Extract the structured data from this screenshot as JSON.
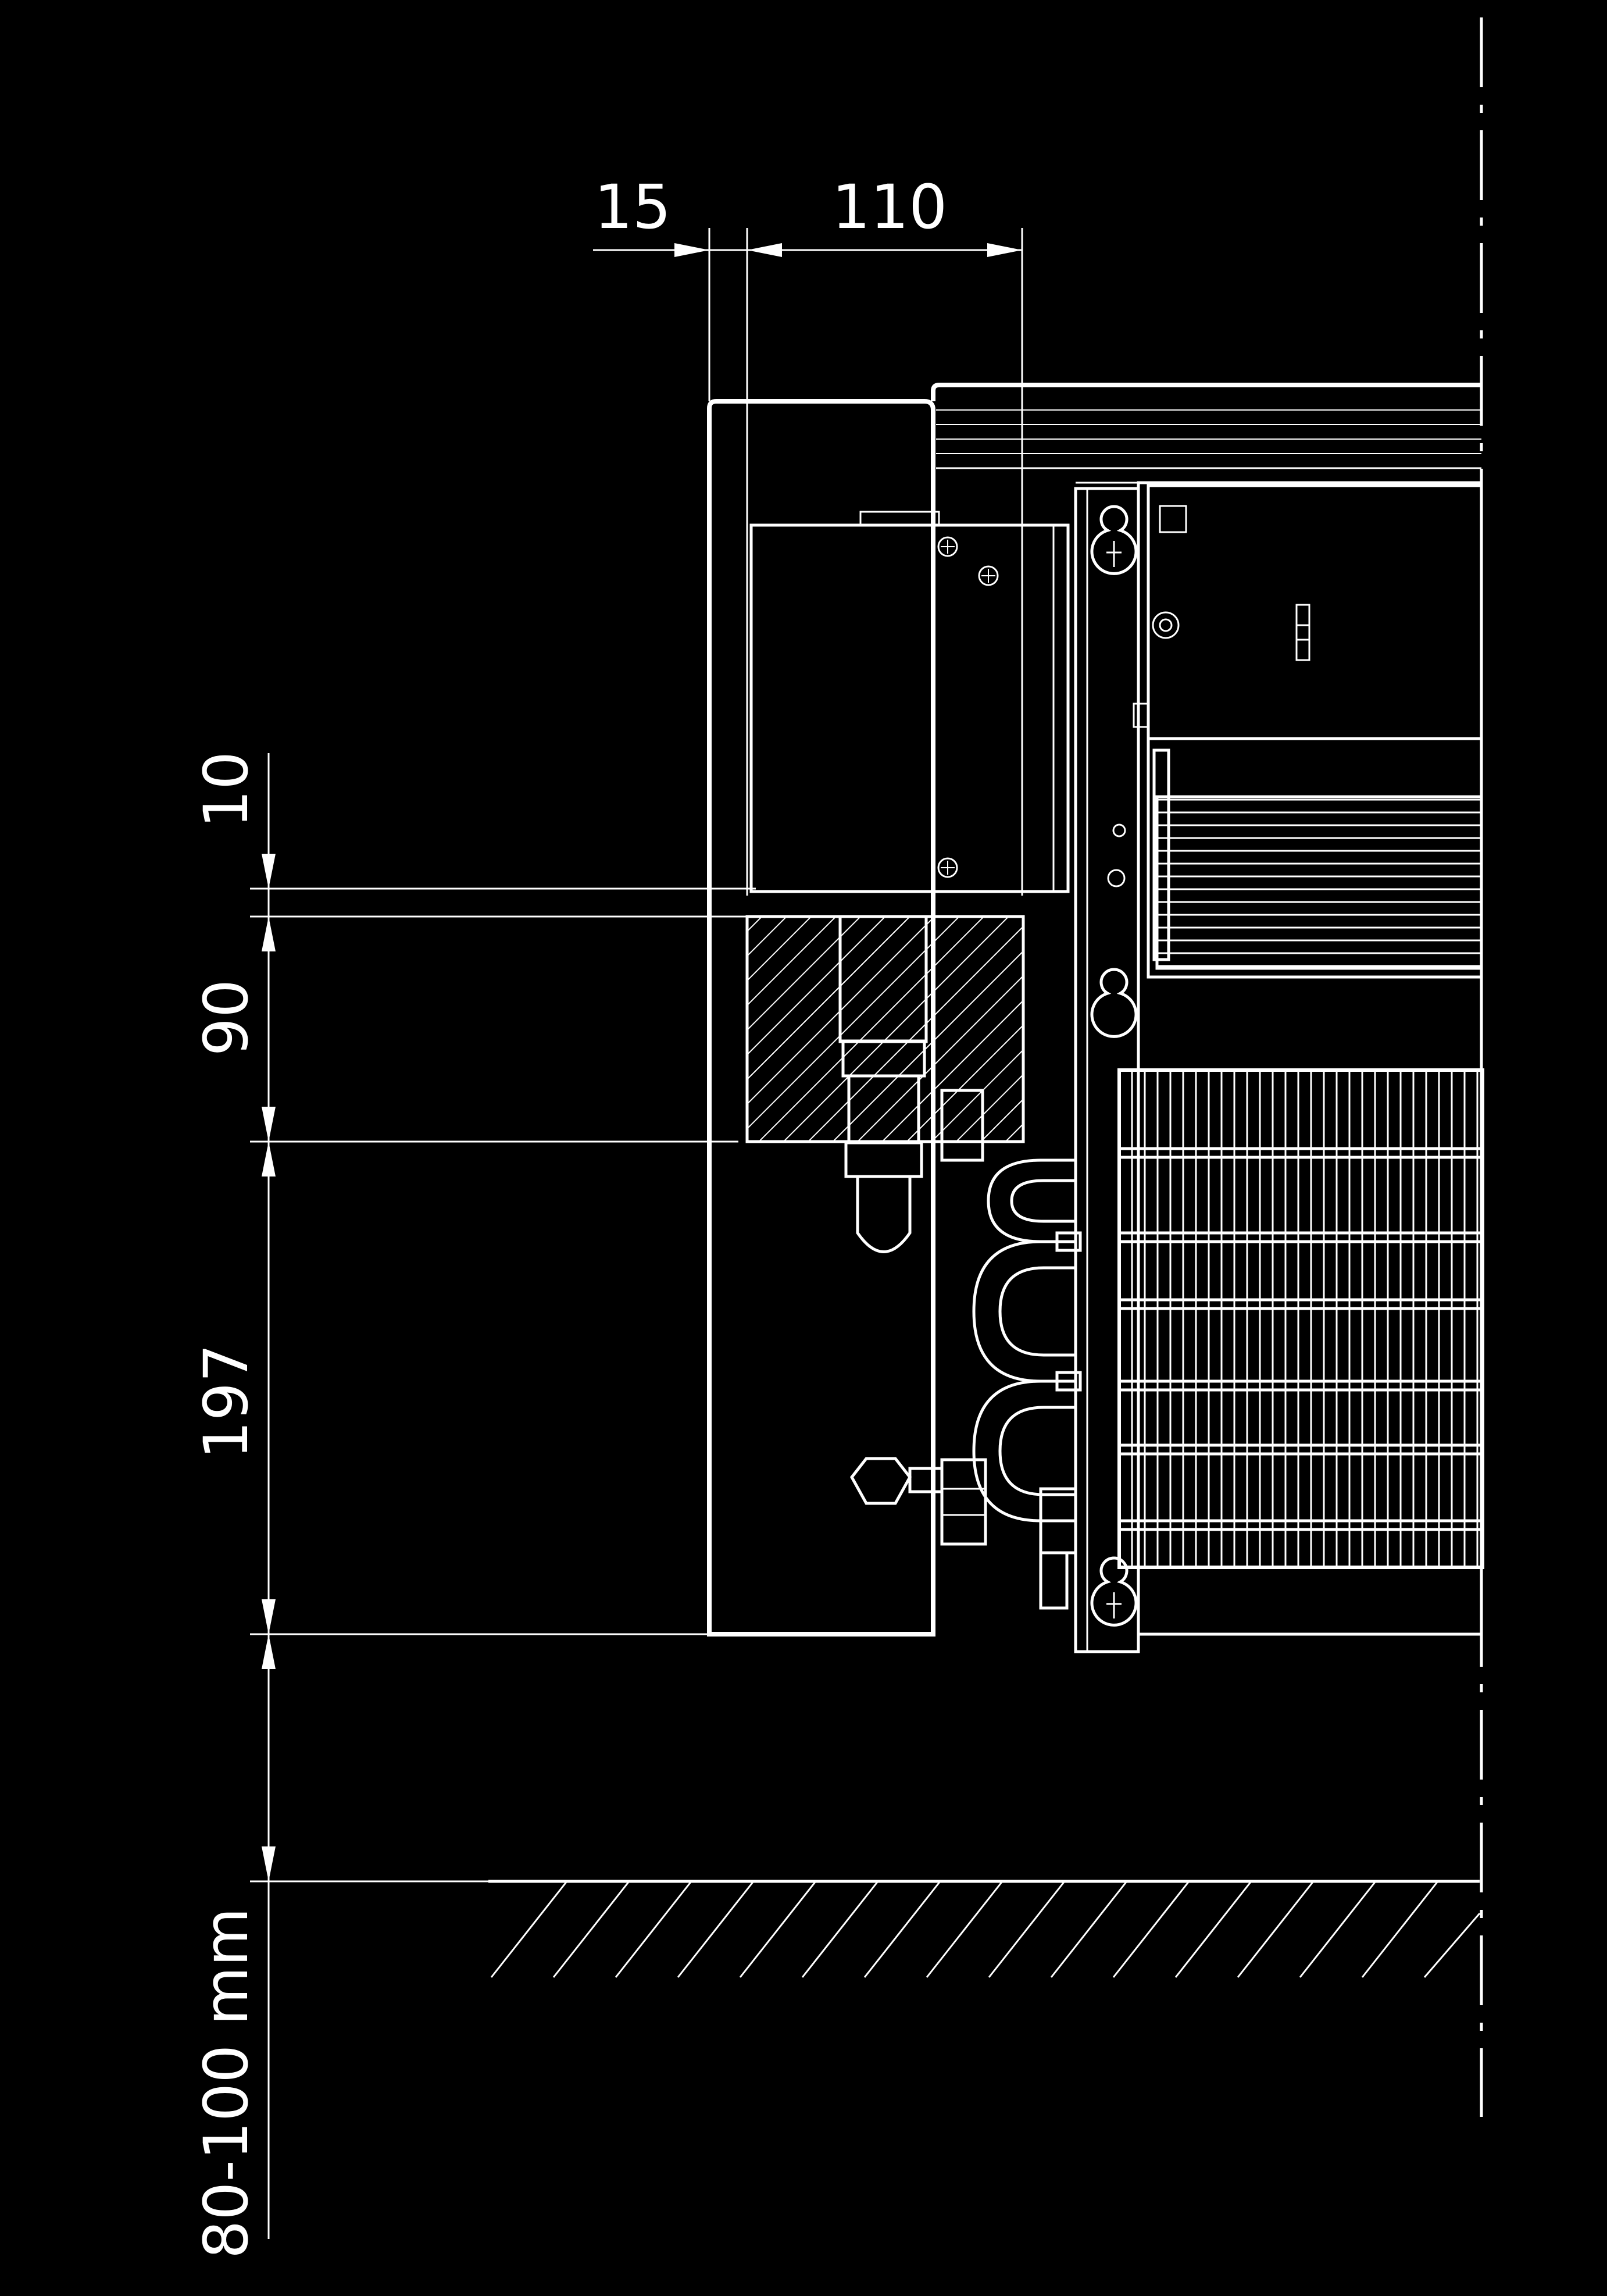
{
  "dimensions": {
    "horizontal": {
      "d15": "15",
      "d110": "110"
    },
    "vertical": {
      "d10": "10",
      "d90": "90",
      "d197": "197",
      "floor": "80-100 mm"
    }
  },
  "colors": {
    "background": "#000000",
    "lines": "#ffffff"
  }
}
